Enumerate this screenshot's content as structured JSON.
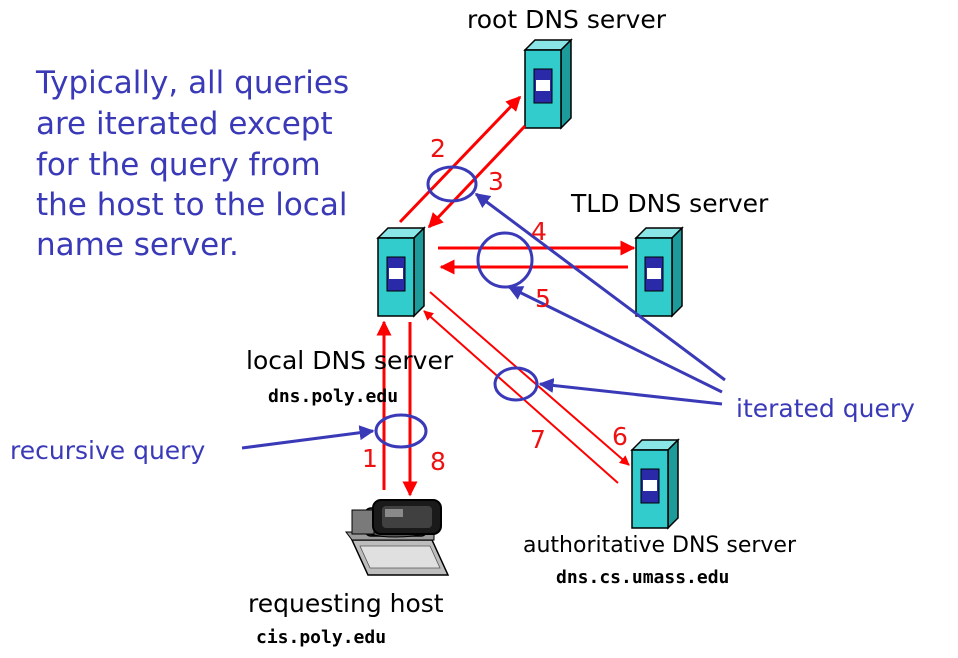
{
  "colors": {
    "query_arrow": "#ff0000",
    "annotation": "#3a3ab8",
    "server_body": "#33cccc",
    "server_badge": "#2a2aa8"
  },
  "note": {
    "lines": [
      "Typically, all queries",
      "are iterated except",
      "for the query from",
      "the host to the local",
      "name server."
    ]
  },
  "servers": {
    "root": {
      "name": "root DNS server",
      "icon": "server-tower-icon"
    },
    "tld": {
      "name": "TLD DNS server",
      "icon": "server-tower-icon"
    },
    "local": {
      "name": "local DNS server",
      "host": "dns.poly.edu",
      "icon": "server-tower-icon"
    },
    "authoritative": {
      "name": "authoritative DNS server",
      "host": "dns.cs.umass.edu",
      "icon": "server-tower-icon"
    }
  },
  "host": {
    "name": "requesting host",
    "host": "cis.poly.edu",
    "icon": "desktop-computer-icon"
  },
  "steps": [
    "1",
    "2",
    "3",
    "4",
    "5",
    "6",
    "7",
    "8"
  ],
  "legend": {
    "recursive": "recursive query",
    "iterated": "iterated query"
  }
}
